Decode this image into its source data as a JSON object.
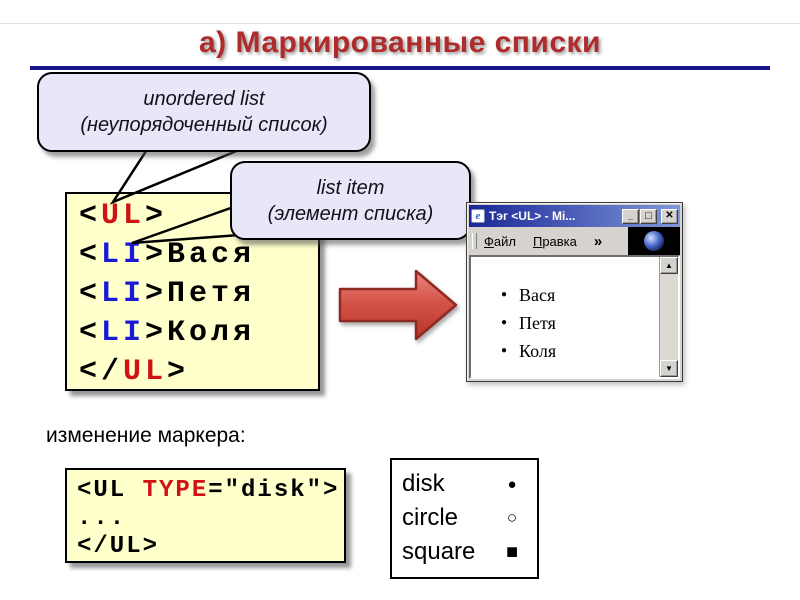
{
  "accents": {
    "title_color": "#b02b2b",
    "rule_color": "#17178c",
    "bubble_fill": "#e7e7f8",
    "code_bg": "#ffffcc",
    "chrome_gray": "#d6d3ce",
    "titlebar_left": "#1a2796",
    "titlebar_right": "#7f97da",
    "arrow_fill": "#d5544a",
    "arrow_border": "#8f2a22"
  },
  "code_colors": {
    "black": "#000000",
    "red": "#cf1212",
    "blue": "#1a1ad6"
  },
  "slide": {
    "title": "а) Маркированные списки",
    "caption": "изменение маркера:"
  },
  "callouts": {
    "unordered": {
      "line1": "unordered list",
      "line2": "(неупорядоченный список)"
    },
    "listitem": {
      "line1": "list item",
      "line2": "(элемент списка)"
    }
  },
  "code_blocks": {
    "main": {
      "lines": [
        [
          {
            "text": "<",
            "color": "black"
          },
          {
            "text": "UL",
            "color": "red"
          },
          {
            "text": ">",
            "color": "black"
          }
        ],
        [
          {
            "text": "<",
            "color": "black"
          },
          {
            "text": "LI",
            "color": "blue"
          },
          {
            "text": ">Вася",
            "color": "black"
          }
        ],
        [
          {
            "text": "<",
            "color": "black"
          },
          {
            "text": "LI",
            "color": "blue"
          },
          {
            "text": ">Петя",
            "color": "black"
          }
        ],
        [
          {
            "text": "<",
            "color": "black"
          },
          {
            "text": "LI",
            "color": "blue"
          },
          {
            "text": ">Коля",
            "color": "black"
          }
        ],
        [
          {
            "text": "</",
            "color": "black"
          },
          {
            "text": "UL",
            "color": "red"
          },
          {
            "text": ">",
            "color": "black"
          }
        ]
      ]
    },
    "type_attr": {
      "lines": [
        [
          {
            "text": "<UL ",
            "color": "black"
          },
          {
            "text": "TYPE",
            "color": "red"
          },
          {
            "text": "=\"disk\">",
            "color": "black"
          }
        ],
        [
          {
            "text": "...",
            "color": "black"
          }
        ],
        [
          {
            "text": "</UL>",
            "color": "black"
          }
        ]
      ]
    }
  },
  "browser": {
    "title": "Тэг <UL> - Mi...",
    "icon": "e",
    "buttons": {
      "minimize": "_",
      "maximize": "□",
      "close": "✕"
    },
    "menu_items": [
      {
        "first": "Ф",
        "rest": "айл"
      },
      {
        "first": "П",
        "rest": "равка"
      }
    ],
    "chevron": "»",
    "bullet": "●",
    "list_items": [
      "Вася",
      "Петя",
      "Коля"
    ],
    "scroll_up": "▲",
    "scroll_down": "▼"
  },
  "markers_box": {
    "rows": [
      {
        "label": "disk",
        "glyph": "●"
      },
      {
        "label": "circle",
        "glyph": "○"
      },
      {
        "label": "square",
        "glyph": "■"
      }
    ]
  }
}
